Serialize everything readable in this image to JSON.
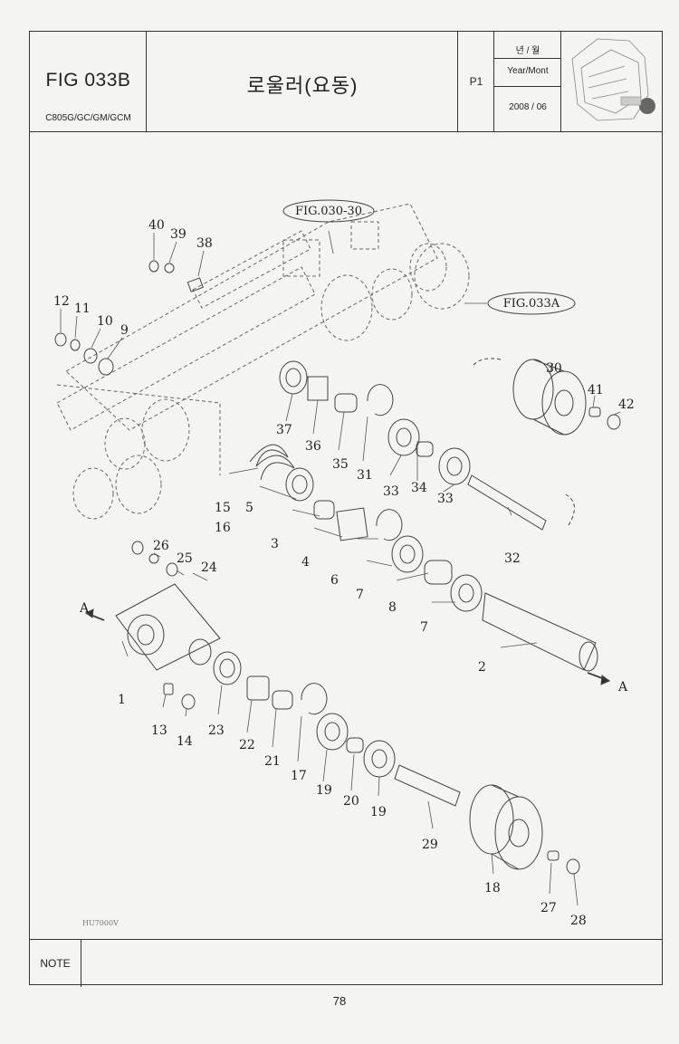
{
  "header": {
    "fig_id": "FIG 033B",
    "model": "C805G/GC/GM/GCM",
    "title": "로울러(요동)",
    "page": "P1",
    "date_label_kr": "년 / 월",
    "date_label_en": "Year/Mont",
    "date_value": "2008 / 06"
  },
  "diagram": {
    "refs": {
      "fig030": "FIG.030-30",
      "fig033a": "FIG.033A"
    },
    "arrows": {
      "left": "A",
      "right": "A"
    },
    "image_code": "HU7000V",
    "callouts": {
      "c40": "40",
      "c39": "39",
      "c38": "38",
      "c12": "12",
      "c11": "11",
      "c10": "10",
      "c9": "9",
      "c37": "37",
      "c36": "36",
      "c35": "35",
      "c31": "31",
      "c33a": "33",
      "c34": "34",
      "c33b": "33",
      "c30": "30",
      "c41": "41",
      "c42": "42",
      "c32": "32",
      "c15": "15",
      "c16": "16",
      "c5": "5",
      "c3": "3",
      "c4": "4",
      "c6": "6",
      "c7a": "7",
      "c8": "8",
      "c7b": "7",
      "c2": "2",
      "c26": "26",
      "c25": "25",
      "c24": "24",
      "c1": "1",
      "c13": "13",
      "c14": "14",
      "c23": "23",
      "c22": "22",
      "c21": "21",
      "c17": "17",
      "c19a": "19",
      "c20": "20",
      "c19b": "19",
      "c29": "29",
      "c18": "18",
      "c27": "27",
      "c28": "28"
    }
  },
  "note_label": "NOTE",
  "footer_page": "78"
}
